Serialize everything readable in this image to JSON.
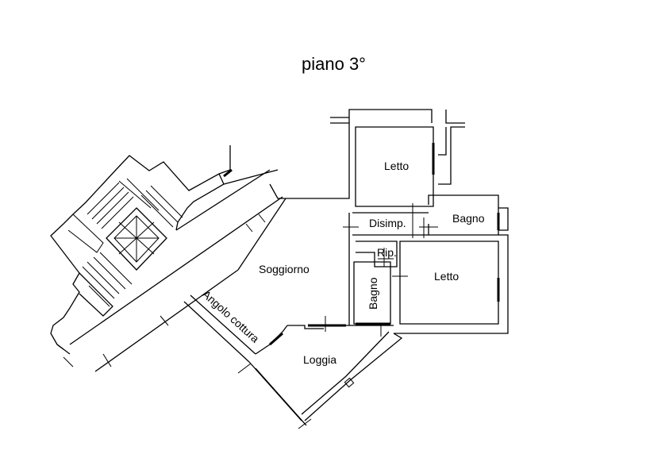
{
  "title": "piano 3°",
  "rooms": {
    "letto_top": "Letto",
    "bagno_right": "Bagno",
    "disimp": "Disimp.",
    "rip": "Rip.",
    "bagno_small": "Bagno",
    "letto_right": "Letto",
    "soggiorno": "Soggiorno",
    "angolo_cottura": "Angolo cottura",
    "loggia": "Loggia"
  }
}
